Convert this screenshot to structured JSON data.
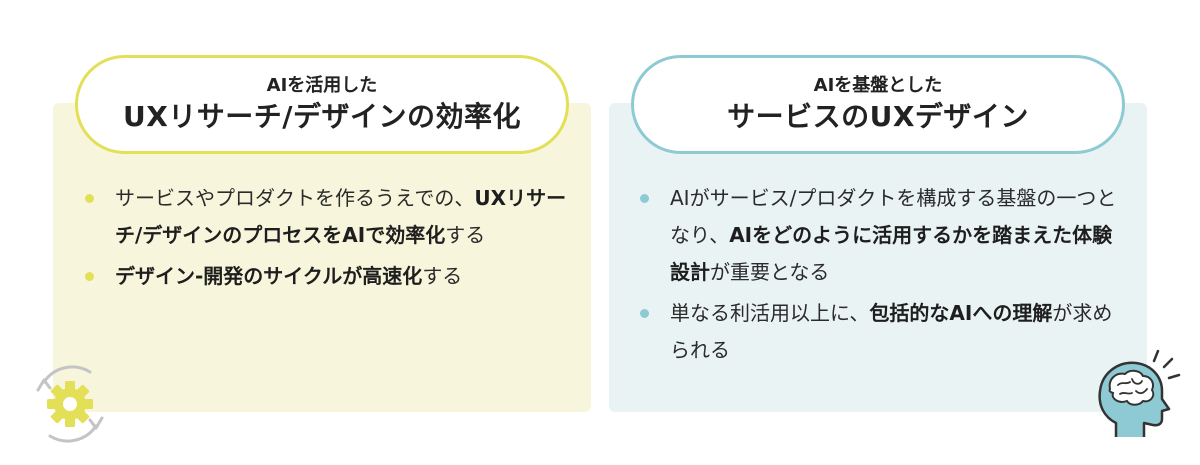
{
  "left_card": {
    "subtitle": "AIを活用した",
    "title": "UXリサーチ/デザインの効率化",
    "accent_color": "#e3df57",
    "background_color": "#f7f6dc",
    "bullets": [
      {
        "runs": [
          {
            "text": "サービスやプロダクトを作るうえでの、",
            "bold": false
          },
          {
            "text": "UXリサーチ/デザインのプロセスをAIで効率化",
            "bold": true
          },
          {
            "text": "する",
            "bold": false
          }
        ]
      },
      {
        "runs": [
          {
            "text": "デザイン-開発のサイクルが高速化",
            "bold": true
          },
          {
            "text": "する",
            "bold": false
          }
        ]
      }
    ]
  },
  "right_card": {
    "subtitle": "AIを基盤とした",
    "title": "サービスのUXデザイン",
    "accent_color": "#8dcad3",
    "background_color": "#e9f3f4",
    "bullets": [
      {
        "runs": [
          {
            "text": "AIがサービス/プロダクトを構成する基盤の一つとなり、",
            "bold": false
          },
          {
            "text": "AIをどのように活用するかを踏まえた体験設計",
            "bold": true
          },
          {
            "text": "が重要となる",
            "bold": false
          }
        ]
      },
      {
        "runs": [
          {
            "text": "単なる利活用以上に、",
            "bold": false
          },
          {
            "text": "包括的なAIへの理解",
            "bold": true
          },
          {
            "text": "が求められる",
            "bold": false
          }
        ]
      }
    ]
  },
  "icons": {
    "left_decoration": "gear-cycle-icon",
    "right_decoration": "brain-head-icon"
  }
}
